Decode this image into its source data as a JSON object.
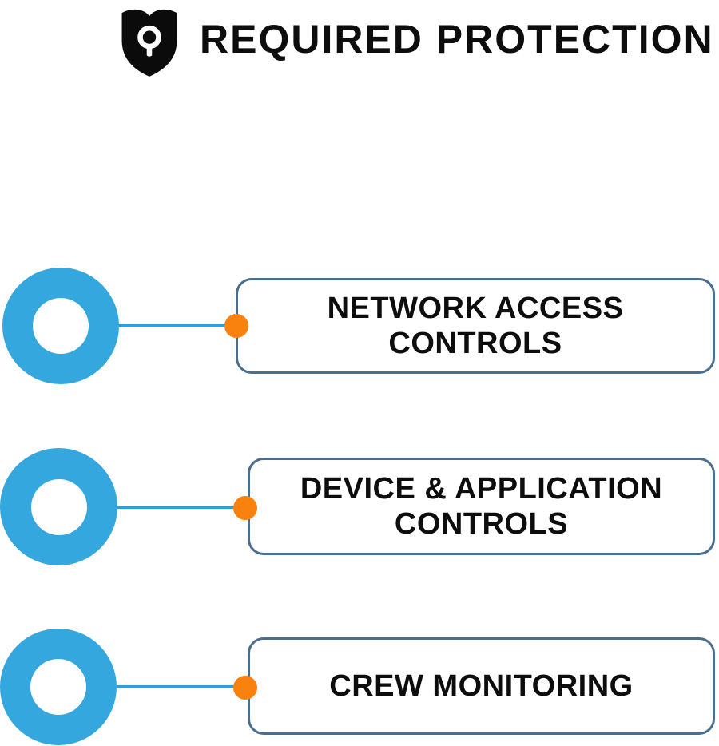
{
  "header": {
    "title": "REQUIRED PROTECTION",
    "icon": "shield-keyhole-icon"
  },
  "items": [
    {
      "label": "NETWORK ACCESS CONTROLS",
      "lines": [
        "NETWORK ACCESS",
        "CONTROLS"
      ]
    },
    {
      "label": "DEVICE & APPLICATION CONTROLS",
      "lines": [
        "DEVICE & APPLICATION",
        "CONTROLS"
      ]
    },
    {
      "label": "CREW MONITORING",
      "lines": [
        "CREW MONITORING",
        ""
      ]
    }
  ],
  "colors": {
    "bullet_blue": "#35a7df",
    "connector_blue": "#2e9fd9",
    "dot_orange": "#f8820d",
    "box_border": "#4a6e8f",
    "shield_black": "#0b0b0b",
    "text": "#0d0d0d"
  }
}
